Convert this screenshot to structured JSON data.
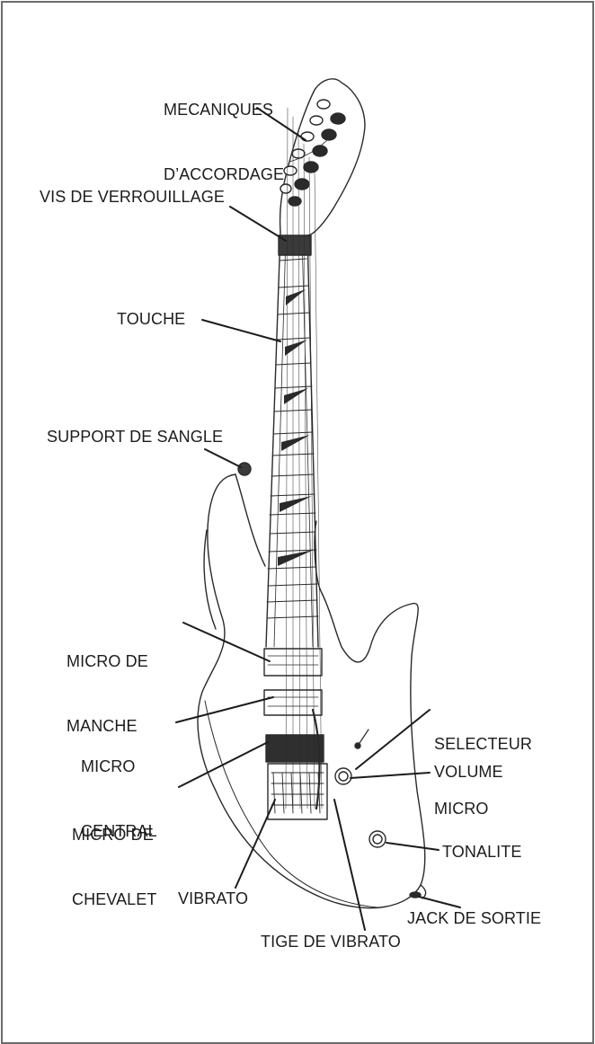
{
  "diagram": {
    "labels": {
      "tuning_machines": [
        "MECANIQUES",
        "D’ACCORDAGE"
      ],
      "locking_nut": "VIS DE VERROUILLAGE",
      "fingerboard": "TOUCHE",
      "strap_button": "SUPPORT DE SANGLE",
      "neck_pickup": [
        "MICRO DE",
        "MANCHE"
      ],
      "middle_pickup": [
        "MICRO",
        "CENTRAL"
      ],
      "bridge_pickup": [
        "MICRO DE",
        "CHEVALET"
      ],
      "pickup_selector": [
        "SELECTEUR",
        "MICRO"
      ],
      "volume": "VOLUME",
      "tone": "TONALITE",
      "vibrato": "VIBRATO",
      "output_jack": "JACK DE SORTIE",
      "tremolo_arm": "TIGE DE VIBRATO"
    }
  }
}
